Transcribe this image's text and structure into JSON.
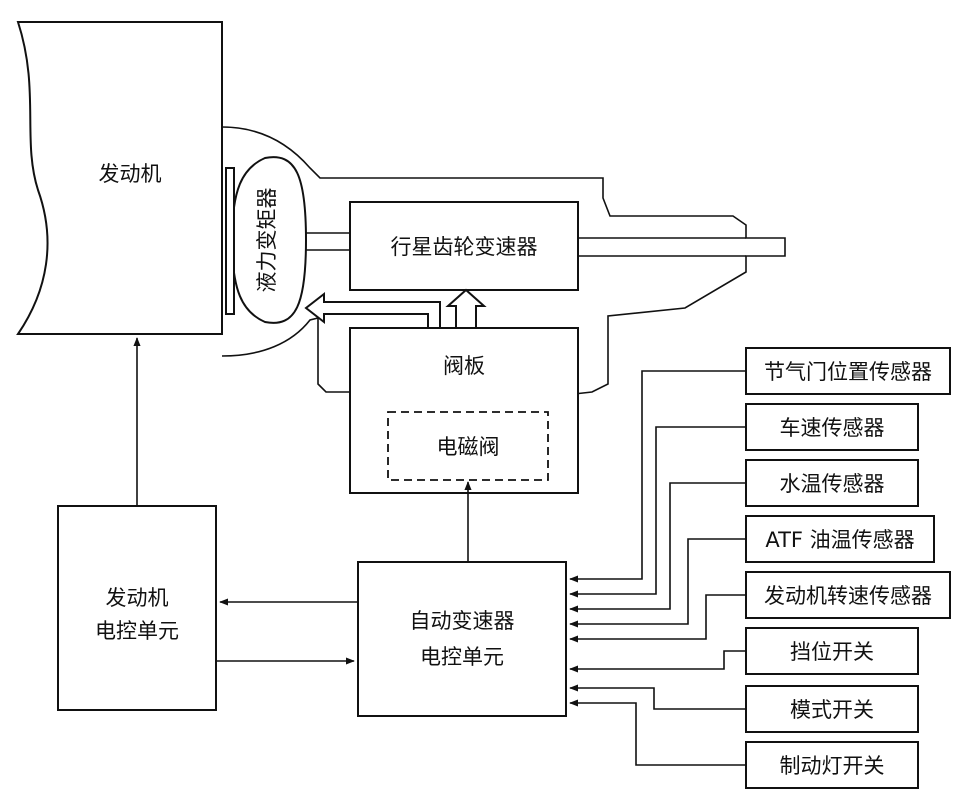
{
  "engine": {
    "label": "发动机"
  },
  "torque_converter": {
    "label": "液力变矩器"
  },
  "planetary_gearbox": {
    "label": "行星齿轮变速器"
  },
  "valve_body": {
    "label": "阀板",
    "solenoid": "电磁阀"
  },
  "engine_ecu": {
    "line1": "发动机",
    "line2": "电控单元"
  },
  "transmission_ecu": {
    "line1": "自动变速器",
    "line2": "电控单元"
  },
  "sensors": [
    {
      "label": "节气门位置传感器"
    },
    {
      "label": "车速传感器"
    },
    {
      "label": "水温传感器"
    },
    {
      "label": "ATF 油温传感器"
    },
    {
      "label": "发动机转速传感器"
    },
    {
      "label": "挡位开关"
    },
    {
      "label": "模式开关"
    },
    {
      "label": "制动灯开关"
    }
  ]
}
